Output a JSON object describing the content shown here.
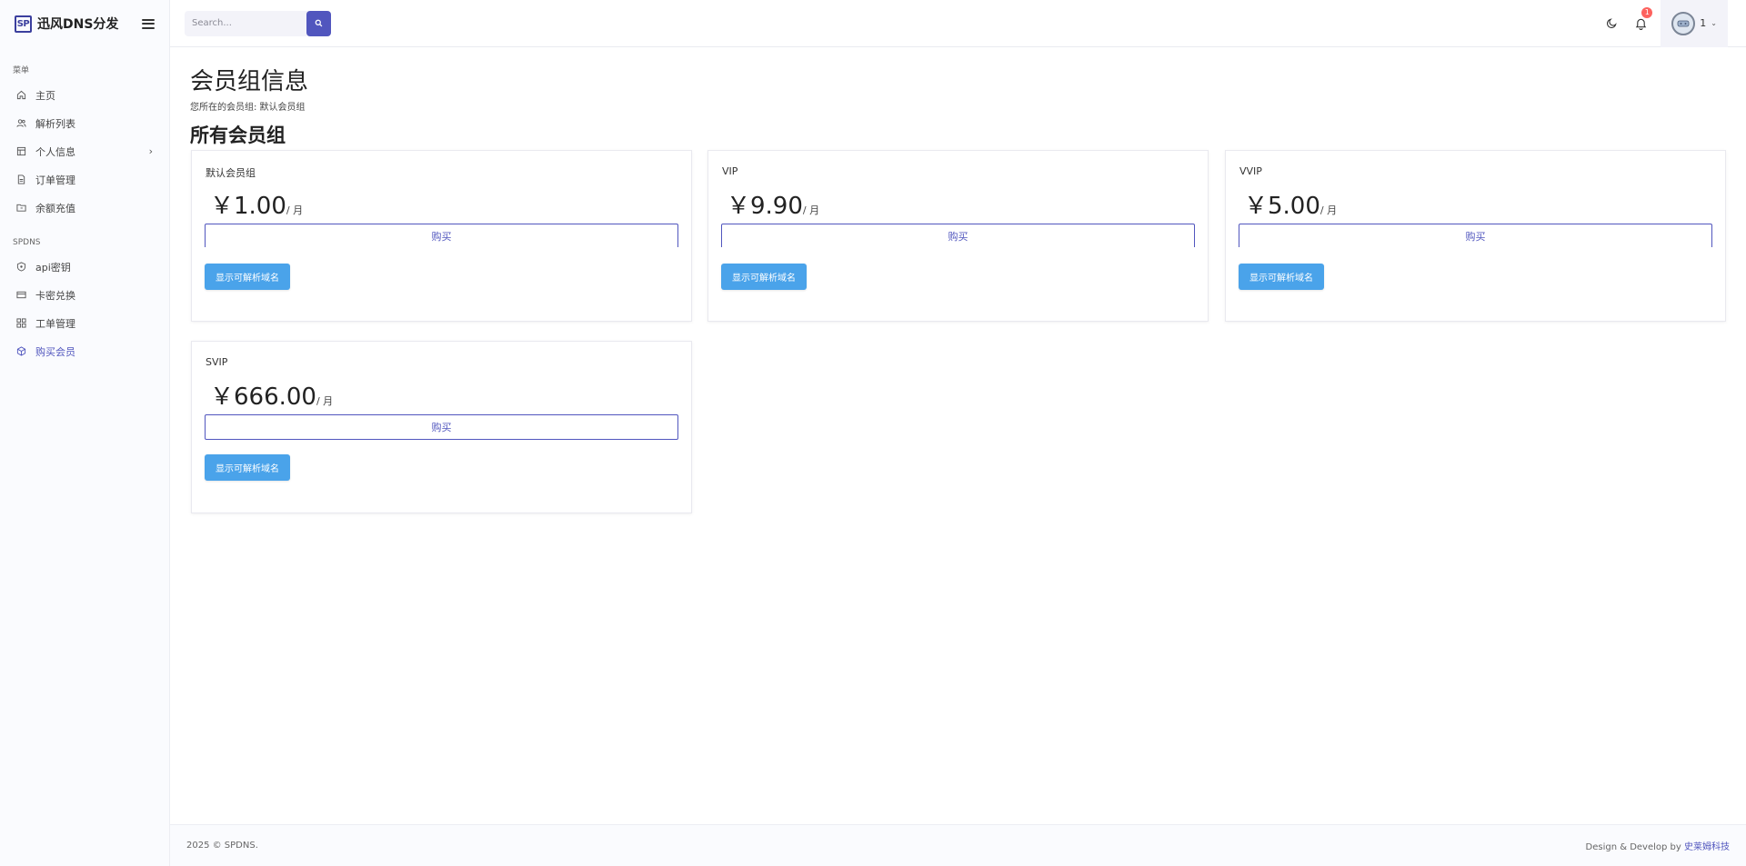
{
  "brand": {
    "logo": "SP",
    "name": "迅风DNS分发"
  },
  "sidebar": {
    "sections": [
      {
        "title": "菜单",
        "items": [
          {
            "label": "主页",
            "icon": "home-icon"
          },
          {
            "label": "解析列表",
            "icon": "users-icon"
          },
          {
            "label": "个人信息",
            "icon": "table-icon",
            "has_children": true
          },
          {
            "label": "订单管理",
            "icon": "file-icon"
          },
          {
            "label": "余额充值",
            "icon": "folder-icon"
          }
        ]
      },
      {
        "title": "SPDNS",
        "items": [
          {
            "label": "api密钥",
            "icon": "lock-icon"
          },
          {
            "label": "卡密兑换",
            "icon": "card-icon"
          },
          {
            "label": "工单管理",
            "icon": "grid-icon"
          },
          {
            "label": "购买会员",
            "icon": "box-icon",
            "active": true
          }
        ]
      }
    ]
  },
  "topbar": {
    "search_placeholder": "Search...",
    "notification_count": "1",
    "user_name": "1"
  },
  "page": {
    "title": "会员组信息",
    "subtitle": "您所在的会员组: 默认会员组",
    "section_title": "所有会员组"
  },
  "groups": [
    {
      "name": "默认会员组",
      "price": "￥1.00",
      "unit": "/ 月",
      "buy_label": "购买",
      "domains_label": "显示可解析域名"
    },
    {
      "name": "VIP",
      "price": "￥9.90",
      "unit": "/ 月",
      "buy_label": "购买",
      "domains_label": "显示可解析域名"
    },
    {
      "name": "VVIP",
      "price": "￥5.00",
      "unit": "/ 月",
      "buy_label": "购买",
      "domains_label": "显示可解析域名"
    },
    {
      "name": "SVIP",
      "price": "￥666.00",
      "unit": "/ 月",
      "buy_label": "购买",
      "domains_label": "显示可解析域名"
    }
  ],
  "footer": {
    "copyright": "2025 © SPDNS.",
    "credit_prefix": "Design & Develop by ",
    "credit_link": "史莱姆科技"
  },
  "colors": {
    "primary": "#5156be",
    "info": "#4aa3ea",
    "badge": "#fd625e"
  }
}
